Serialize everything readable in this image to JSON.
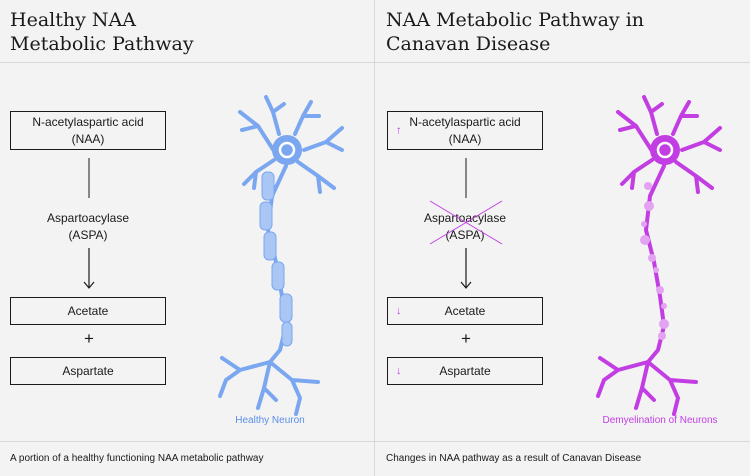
{
  "left_panel": {
    "title_line1": "Healthy NAA",
    "title_line2": "Metabolic Pathway",
    "naa_line1": "N-acetylaspartic acid",
    "naa_line2": "(NAA)",
    "enzyme_line1": "Aspartoacylase",
    "enzyme_line2": "(ASPA)",
    "acetate": "Acetate",
    "plus": "+",
    "aspartate": "Aspartate",
    "neuron_label": "Healthy Neuron",
    "caption": "A portion of a healthy functioning NAA metabolic pathway"
  },
  "right_panel": {
    "title_line1": "NAA Metabolic Pathway in",
    "title_line2": "Canavan Disease",
    "naa_line1": "N-acetylaspartic acid",
    "naa_line2": "(NAA)",
    "naa_indicator": "↑",
    "enzyme_line1": "Aspartoacylase",
    "enzyme_line2": "(ASPA)",
    "acetate": "Acetate",
    "acetate_indicator": "↓",
    "plus": "+",
    "aspartate": "Aspartate",
    "aspartate_indicator": "↓",
    "neuron_label": "Demyelination of Neurons",
    "caption": "Changes in NAA pathway as a result of Canavan Disease"
  },
  "colors": {
    "healthy_blue": "#7aa7f0",
    "healthy_blue_light": "#a9c6f5",
    "disease_magenta": "#c23ee3",
    "disease_magenta_light": "#e3a2f2"
  }
}
